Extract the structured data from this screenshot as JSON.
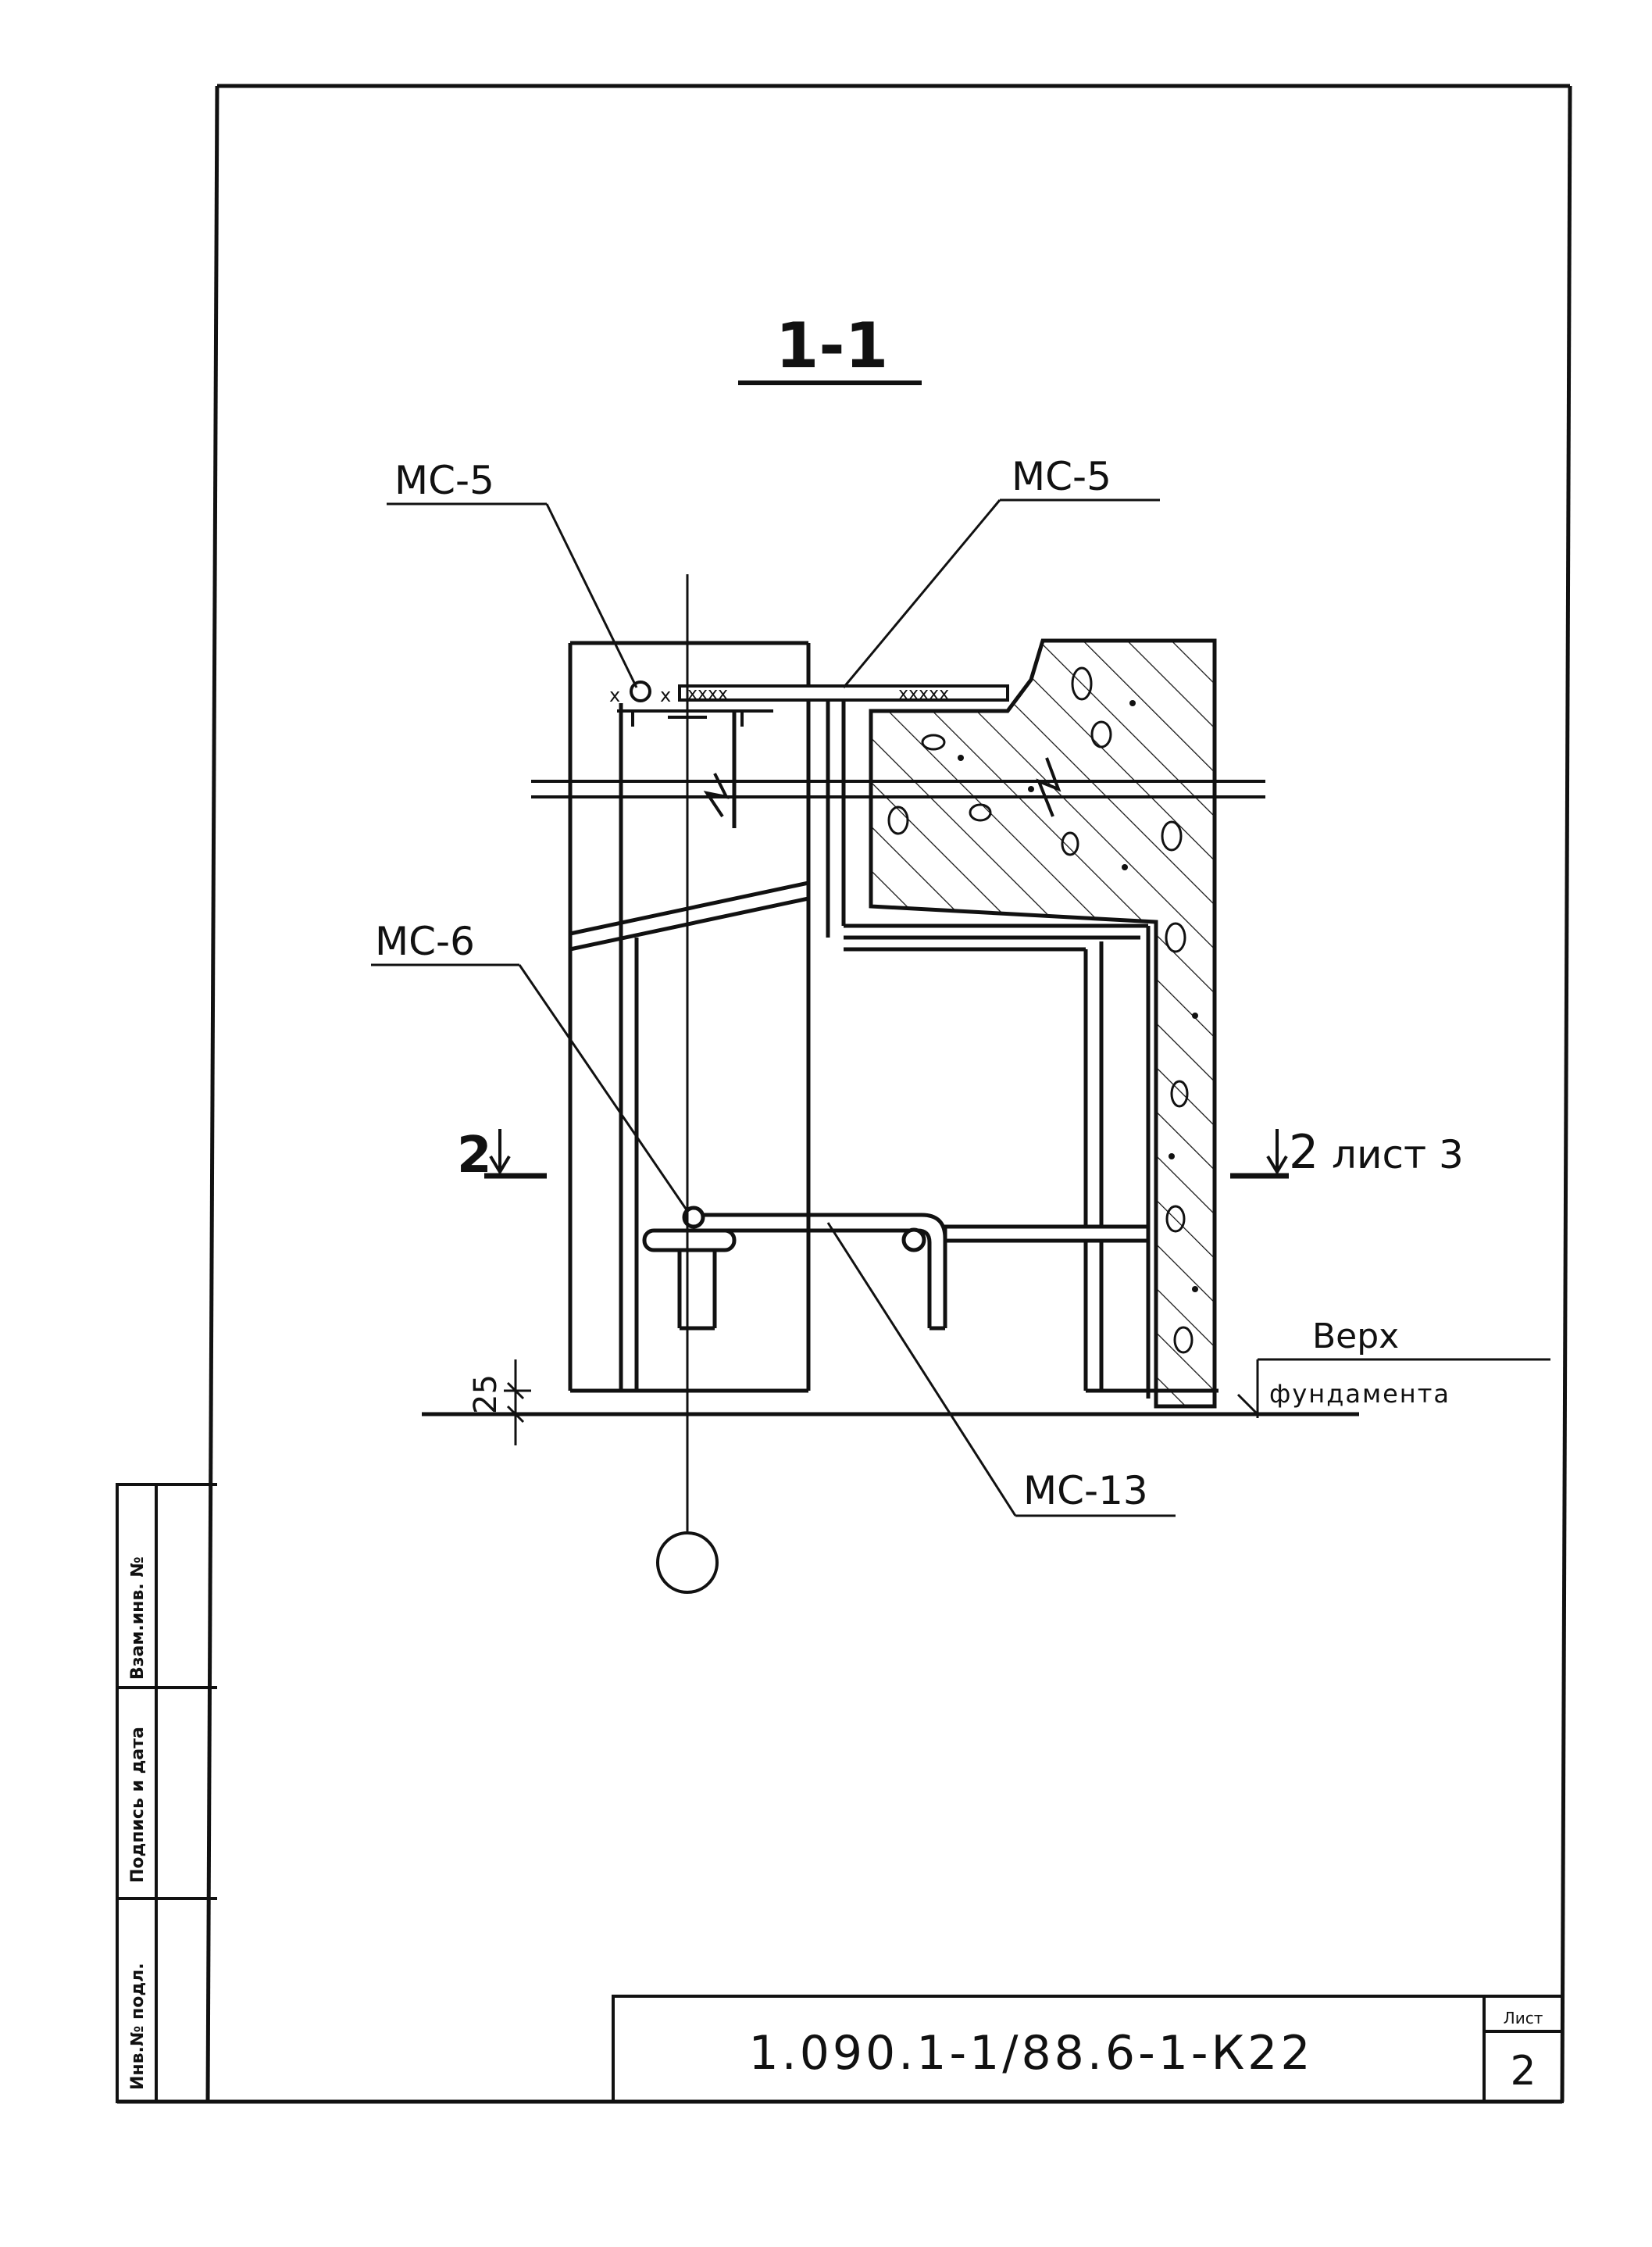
{
  "drawing": {
    "section_title": "1-1",
    "labels": {
      "mc5_left": "МС-5",
      "mc5_right": "МС-5",
      "mc6": "МС-6",
      "mc13": "МС-13"
    },
    "section_mark_left": "2",
    "section_mark_right": "2",
    "section_sheet_ref": "лист 3",
    "dimension_25": "25",
    "foundation_top_line1": "Верх",
    "foundation_top_line2": "фундамента"
  },
  "stamp": {
    "field_1": "Взам.инв. №",
    "field_2": "Подпись и дата",
    "field_3": "Инв.№ подл."
  },
  "title_block": {
    "document_code": "1.090.1-1/88.6-1-К22",
    "sheet_label": "Лист",
    "sheet_number": "2"
  },
  "colors": {
    "ink": "#111111",
    "paper": "#ffffff"
  }
}
